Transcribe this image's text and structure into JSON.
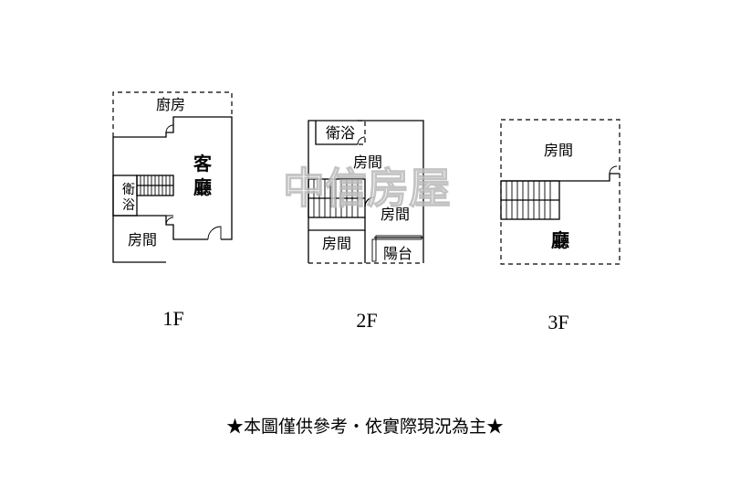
{
  "floors": [
    {
      "label": "1F",
      "rooms": {
        "kitchen": "廚房",
        "living": "客廳",
        "bath": "衛浴",
        "bedroom": "房間"
      }
    },
    {
      "label": "2F",
      "rooms": {
        "bath": "衛浴",
        "bedroom_a": "房間",
        "bedroom_b": "房間",
        "bedroom_c": "房間",
        "balcony": "陽台"
      }
    },
    {
      "label": "3F",
      "rooms": {
        "bedroom": "房間",
        "hall": "廳"
      }
    }
  ],
  "watermark": "中信房屋",
  "note": "★本圖僅供參考・依實際現況為主★"
}
